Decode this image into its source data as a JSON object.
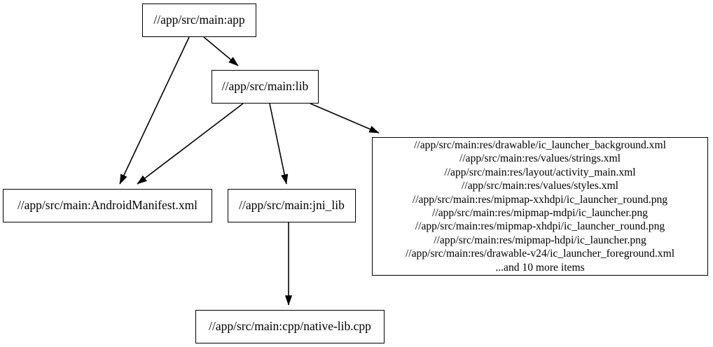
{
  "graph": {
    "type": "dependency-graph",
    "direction": "top-to-bottom",
    "background_color": "#ffffff",
    "node_border_color": "#000000",
    "edge_color": "#000000",
    "text_color": "#000000",
    "nodes": [
      {
        "id": "app",
        "label": "//app/src/main:app"
      },
      {
        "id": "lib",
        "label": "//app/src/main:lib"
      },
      {
        "id": "manifest",
        "label": "//app/src/main:AndroidManifest.xml"
      },
      {
        "id": "jni_lib",
        "label": "//app/src/main:jni_lib"
      },
      {
        "id": "cpp",
        "label": "//app/src/main:cpp/native-lib.cpp"
      },
      {
        "id": "resources",
        "lines": [
          "//app/src/main:res/drawable/ic_launcher_background.xml",
          "//app/src/main:res/values/strings.xml",
          "//app/src/main:res/layout/activity_main.xml",
          "//app/src/main:res/values/styles.xml",
          "//app/src/main:res/mipmap-xxhdpi/ic_launcher_round.png",
          "//app/src/main:res/mipmap-mdpi/ic_launcher.png",
          "//app/src/main:res/mipmap-xhdpi/ic_launcher_round.png",
          "//app/src/main:res/mipmap-hdpi/ic_launcher.png",
          "//app/src/main:res/drawable-v24/ic_launcher_foreground.xml",
          "...and 10 more items"
        ]
      }
    ],
    "edges": [
      {
        "id": "app-to-lib",
        "from": "app",
        "to": "lib"
      },
      {
        "id": "app-to-manifest",
        "from": "app",
        "to": "manifest"
      },
      {
        "id": "lib-to-manifest",
        "from": "lib",
        "to": "manifest"
      },
      {
        "id": "lib-to-jni_lib",
        "from": "lib",
        "to": "jni_lib"
      },
      {
        "id": "lib-to-resources",
        "from": "lib",
        "to": "resources"
      },
      {
        "id": "jni_lib-to-cpp",
        "from": "jni_lib",
        "to": "cpp"
      }
    ]
  }
}
